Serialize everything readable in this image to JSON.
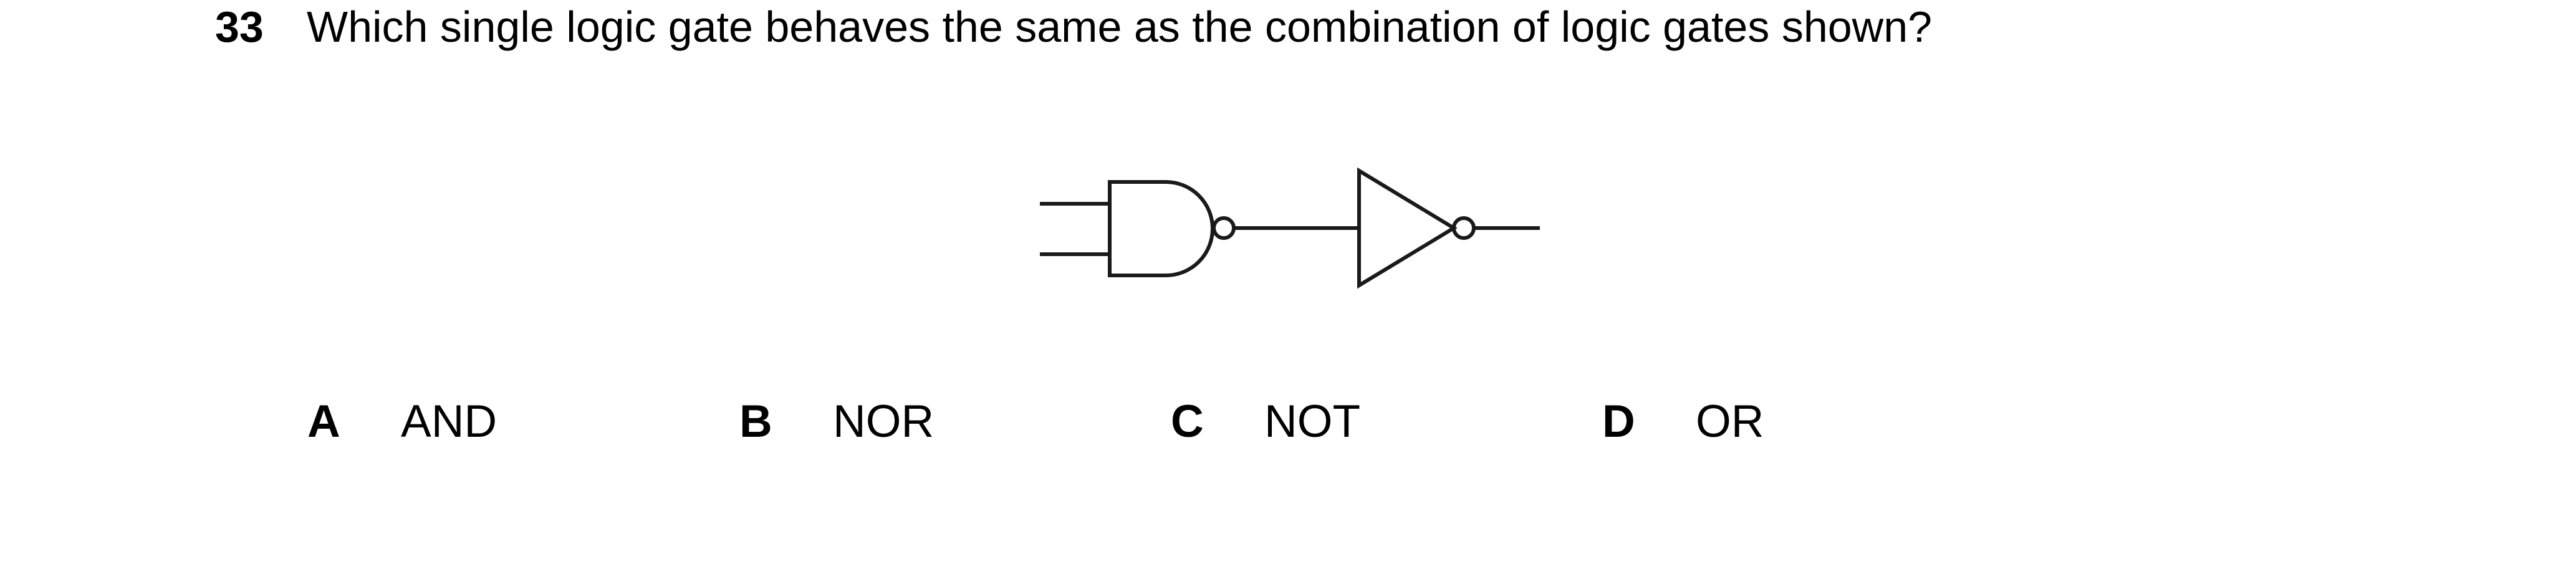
{
  "question": {
    "number": "33",
    "text": "Which single logic gate behaves the same as the combination of logic gates shown?"
  },
  "diagram": {
    "gates": [
      "nand-gate",
      "not-gate"
    ]
  },
  "options": [
    {
      "letter": "A",
      "answer": "AND"
    },
    {
      "letter": "B",
      "answer": "NOR"
    },
    {
      "letter": "C",
      "answer": "NOT"
    },
    {
      "letter": "D",
      "answer": "OR"
    }
  ]
}
